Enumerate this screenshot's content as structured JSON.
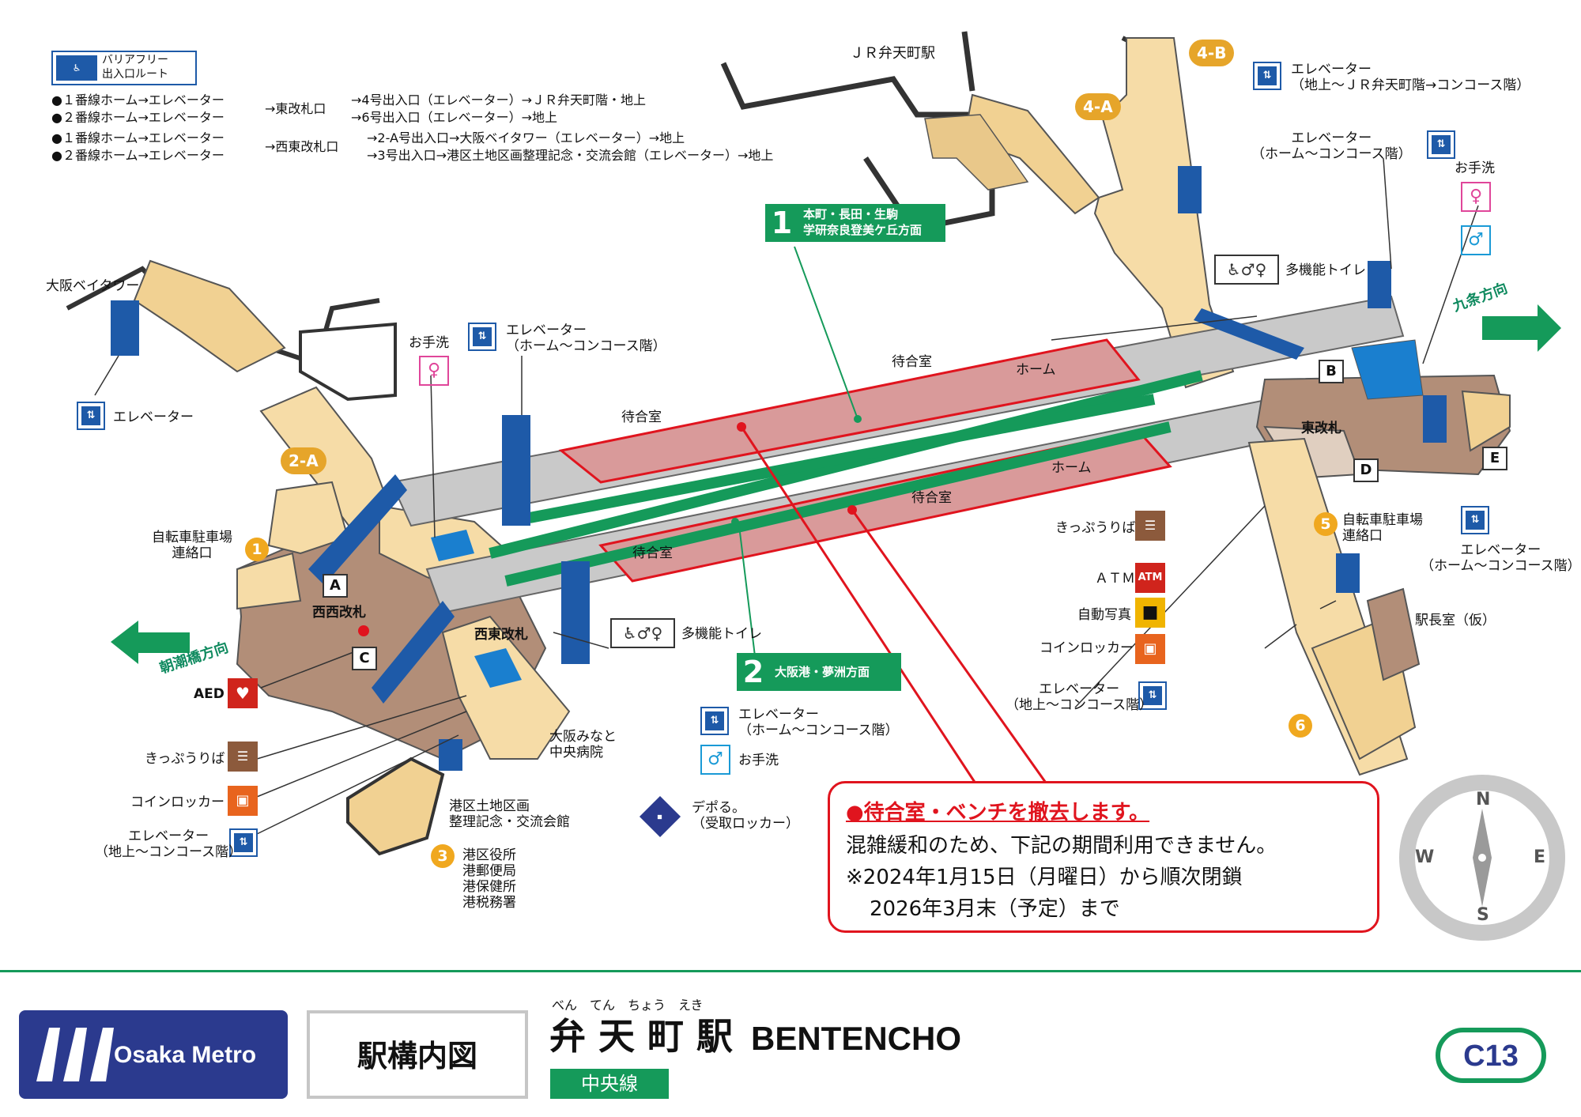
{
  "accessibility_route": {
    "badge_label": "バリアフリー\n出入口ルート",
    "rows": [
      "●１番線ホーム→エレベーター",
      "●２番線ホーム→エレベーター",
      "→東改札口",
      "→4号出入口（エレベーター）→ＪＲ弁天町階・地上",
      "→6号出入口（エレベーター）→地上",
      "●１番線ホーム→エレベーター",
      "●２番線ホーム→エレベーター",
      "→西東改札口",
      "→2-A号出入口→大阪ベイタワー（エレベーター）→地上",
      "→3号出入口→港区土地区画整理記念・交流会館（エレベーター）→地上"
    ]
  },
  "map": {
    "jr_station": "ＪＲ弁天町駅",
    "bay_tower": "大阪ベイタワー",
    "exits": [
      "1",
      "2-A",
      "3",
      "4-A",
      "4-B",
      "5",
      "6"
    ],
    "gate_letters": [
      "A",
      "B",
      "C",
      "D",
      "E"
    ],
    "gates": {
      "west_west": "西西改札",
      "west_east": "西東改札",
      "east": "東改札"
    },
    "platform": "ホーム",
    "waiting_room": "待合室",
    "line1": {
      "num": "1",
      "dest": "本町・長田・生駒\n学研奈良登美ケ丘方面"
    },
    "line2": {
      "num": "2",
      "dest": "大阪港・夢洲方面"
    },
    "dir_west": "朝潮橋方向",
    "dir_east": "九条方向",
    "labels": {
      "elevator": "エレベーター",
      "elevator_home_concourse": "エレベーター\n（ホーム～コンコース階）",
      "elevator_ground_concourse": "エレベーター\n（地上～コンコース階）",
      "elevator_jr": "エレベーター\n（地上～ＪＲ弁天町階→コンコース階）",
      "toilet": "お手洗",
      "multi_toilet": "多機能トイレ",
      "tickets": "きっぷうりば",
      "atm": "ＡＴＭ",
      "photo": "自動写真",
      "locker": "コインロッカー",
      "aed": "AED",
      "bike_parking": "自転車駐車場\n連絡口",
      "station_master": "駅長室（仮）",
      "hospital": "大阪みなと\n中央病院",
      "memorial": "港区土地区画\n整理記念・交流会館",
      "ward_office": "港区役所\n港郵便局\n港保健所\n港税務署",
      "depol": "デポる。\n（受取ロッカー）"
    }
  },
  "notice": {
    "heading": "●待合室・ベンチを撤去します。",
    "line1": "混雑緩和のため、下記の期間利用できません。",
    "line2": "※2024年1月15日（月曜日）から順次閉鎖",
    "line3": "2026年3月末（予定）まで"
  },
  "compass": {
    "n": "N",
    "s": "S",
    "e": "E",
    "w": "W"
  },
  "footer": {
    "brand": "Osaka Metro",
    "map_title": "駅構内図",
    "ruby": "べん　てん　ちょう　えき",
    "station_jp": "弁 天 町 駅",
    "station_en": "BENTENCHO",
    "line_name": "中央線",
    "code": "C13"
  },
  "colors": {
    "line_green": "#159a5a",
    "alert_red": "#e0141e",
    "concourse": "#f6dca7",
    "platform": "#c9c9c9",
    "waiting": "#d99a9a",
    "gate_brown": "#b28e78",
    "elevator_blue": "#1e5aa8",
    "metro_blue": "#2b3a8e",
    "exit_orange": "#f0a81f"
  }
}
